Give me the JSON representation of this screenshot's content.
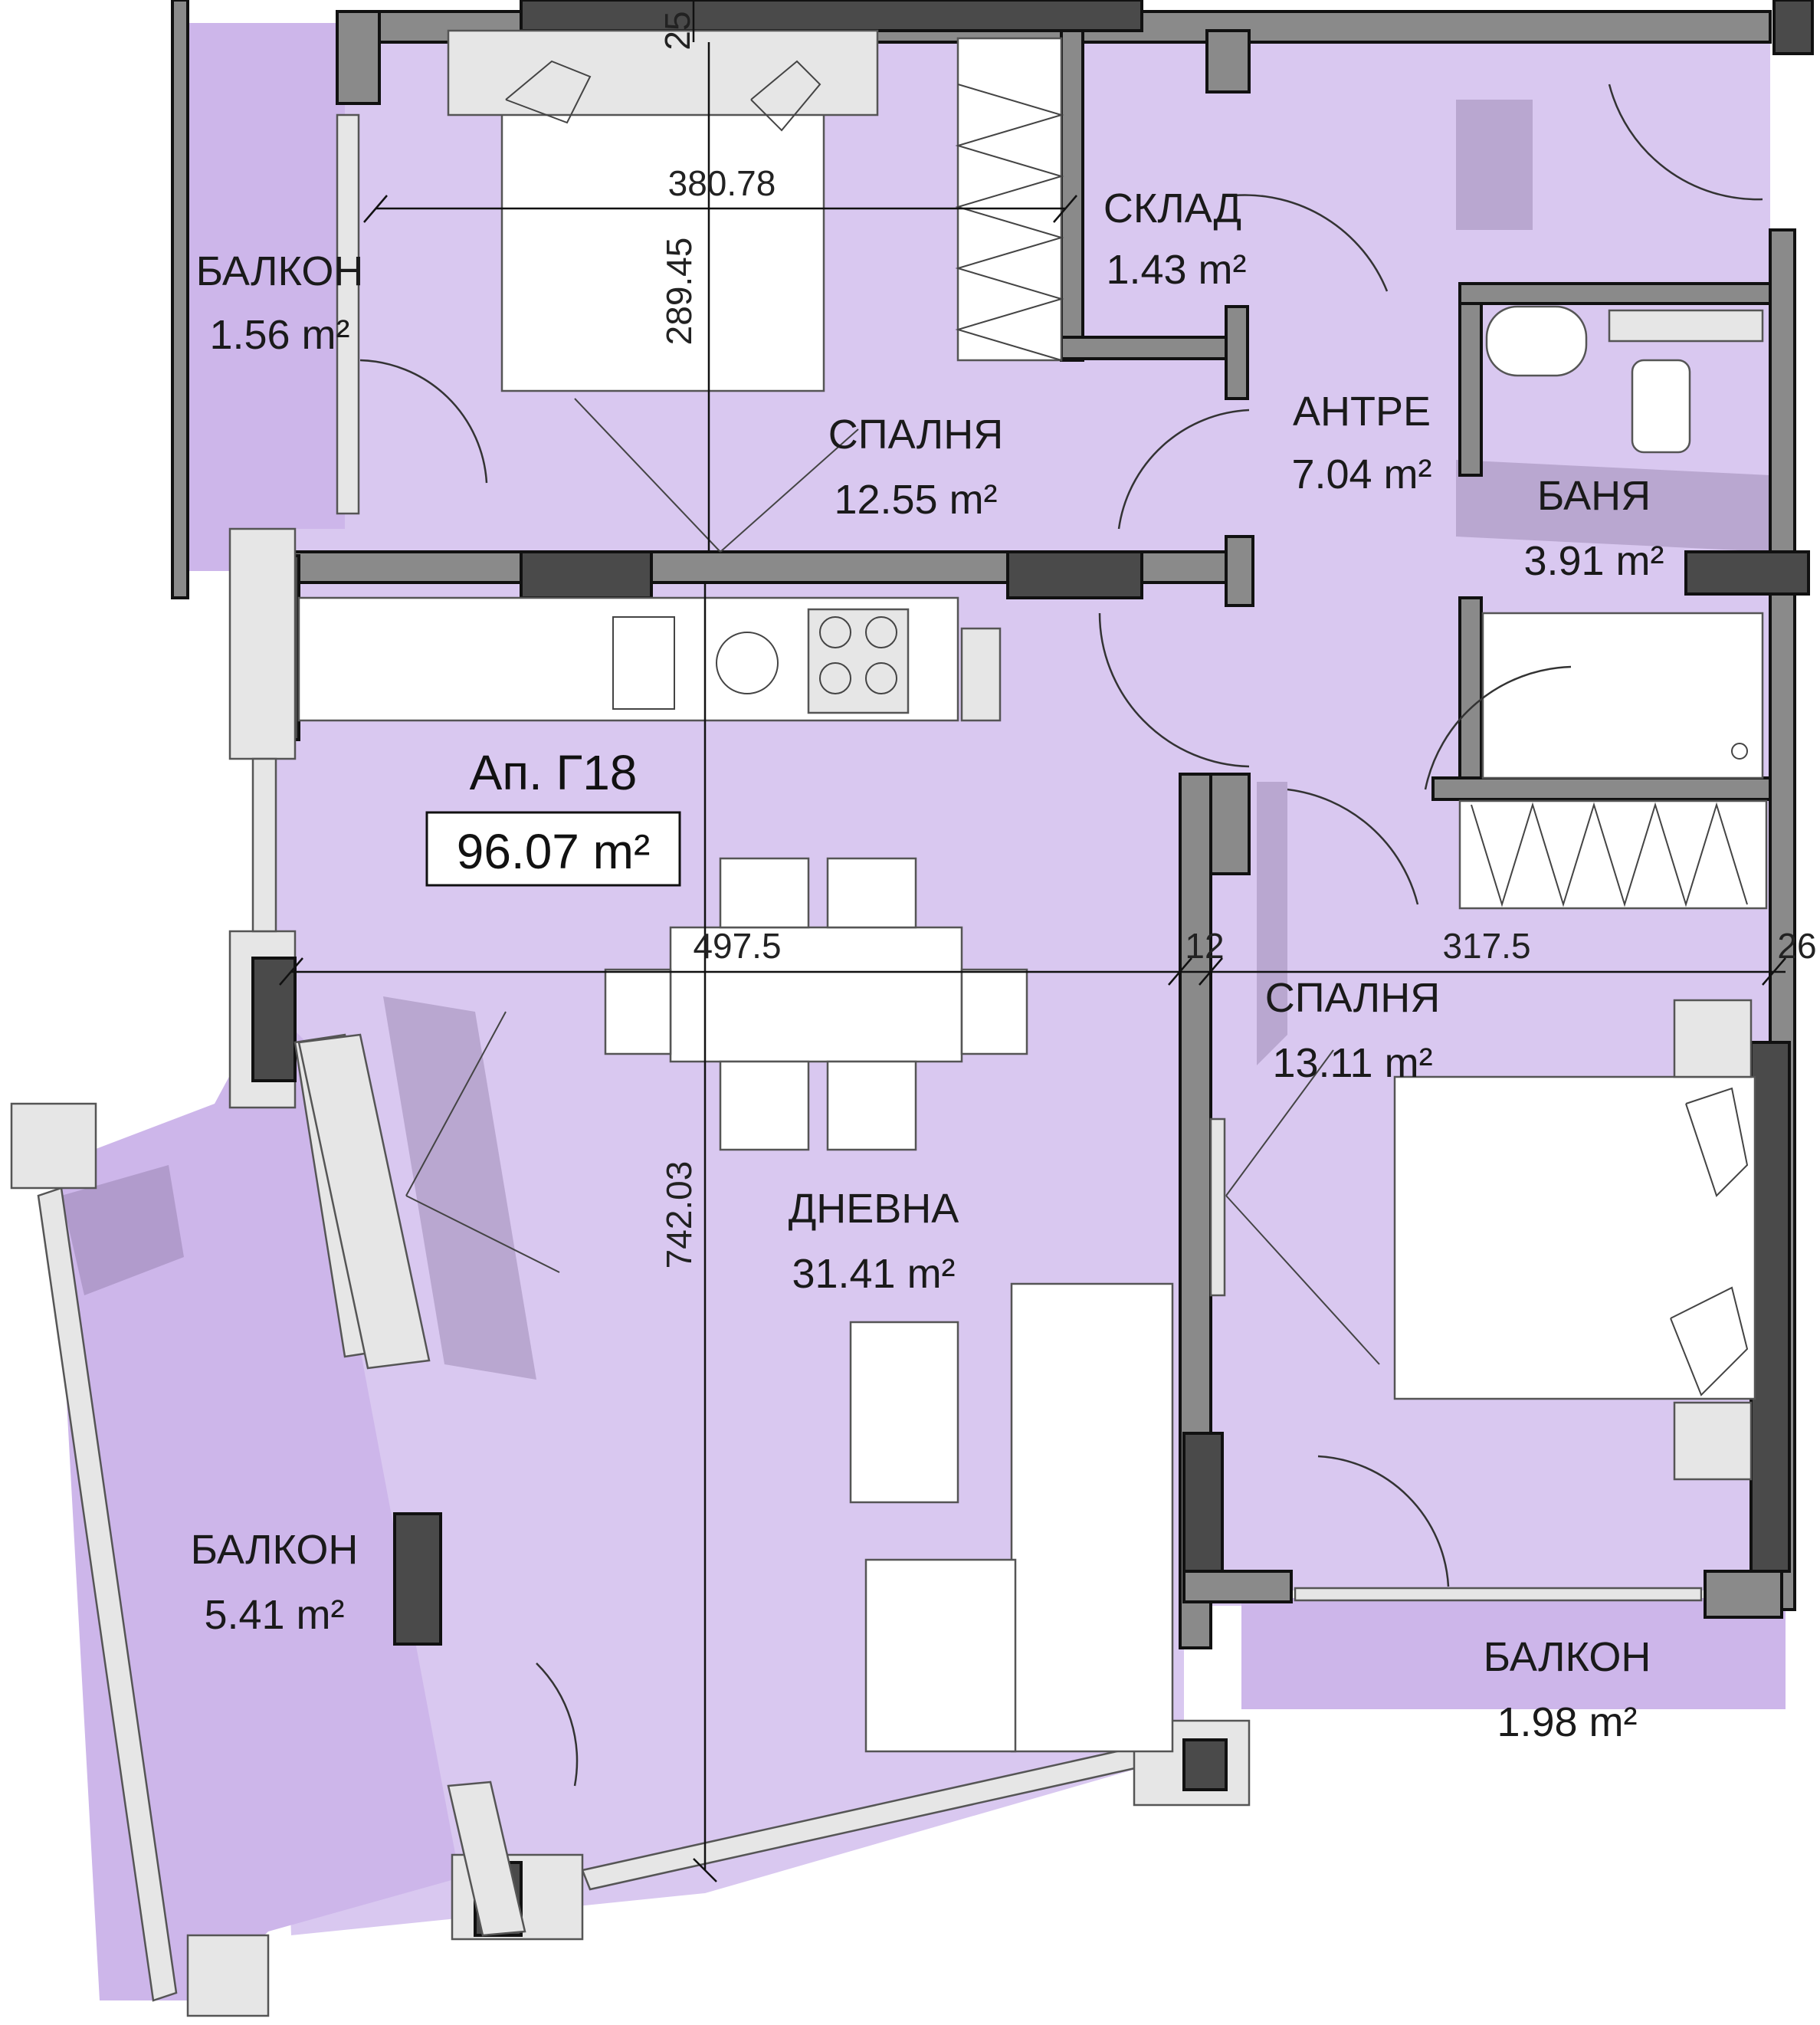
{
  "apartment": {
    "name": "Ап. Г18",
    "area": "96.07 m²"
  },
  "rooms": {
    "balcony_nw": {
      "name": "БАЛКОН",
      "area": "1.56 m²"
    },
    "bedroom_1": {
      "name": "СПАЛНЯ",
      "area": "12.55 m²"
    },
    "storage": {
      "name": "СКЛАД",
      "area": "1.43 m²"
    },
    "hall": {
      "name": "АНТРЕ",
      "area": "7.04 m²"
    },
    "bathroom": {
      "name": "БАНЯ",
      "area": "3.91 m²"
    },
    "bedroom_2": {
      "name": "СПАЛНЯ",
      "area": "13.11 m²"
    },
    "living": {
      "name": "ДНЕВНА",
      "area": "31.41 m²"
    },
    "balcony_sw": {
      "name": "БАЛКОН",
      "area": "5.41 m²"
    },
    "balcony_se": {
      "name": "БАЛКОН",
      "area": "1.98 m²"
    }
  },
  "dimensions": {
    "bedroom_width": "380.78",
    "bedroom_depth": "289.45",
    "top_wall": "25",
    "living_width": "497.5",
    "partition": "12",
    "bedroom2_width": "317.5",
    "right_wall": "26",
    "living_depth": "742.03"
  },
  "colors": {
    "floor": "#d9c8f0",
    "balcony_floor": "#cdb6ea",
    "wall": "#8a8a8a",
    "wall_dark": "#4a4a4a"
  }
}
